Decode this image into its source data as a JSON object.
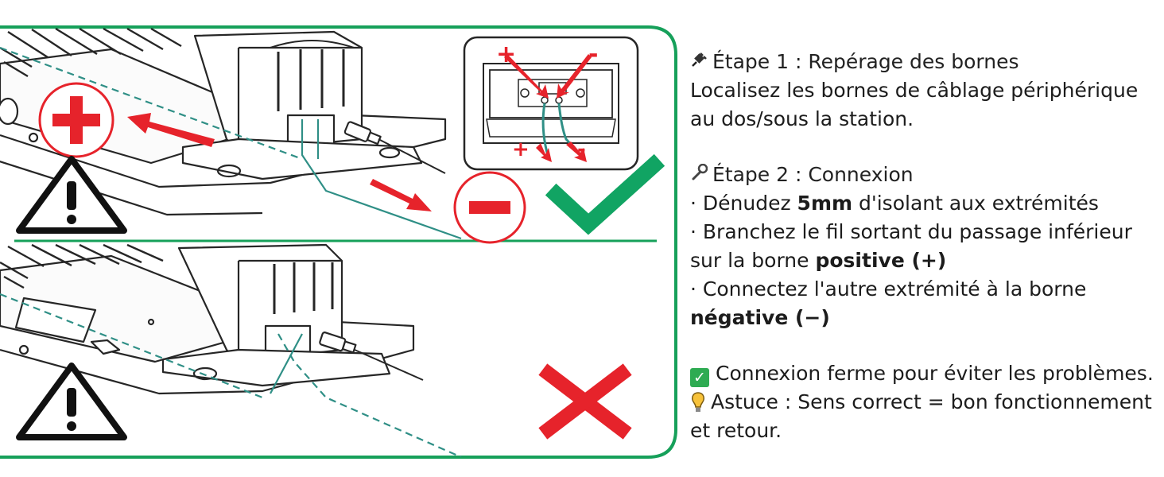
{
  "colors": {
    "frame_green": "#16a05a",
    "check_green": "#11a463",
    "cross_red": "#e6232b",
    "wire_teal": "#2f8f86",
    "line_dark": "#262626"
  },
  "icons": {
    "step1": "plug-icon",
    "step2": "wrench-icon",
    "confirm": "checkmark-box-icon",
    "tip": "lightbulb-icon"
  },
  "diagram": {
    "plus_symbol": "+",
    "minus_symbol": "-",
    "inset_plus": "+",
    "inset_minus": "-",
    "inset_bottom_plus": "+",
    "inset_bottom_minus": "-"
  },
  "step1": {
    "title": "Étape 1 : Repérage des bornes",
    "text": "Localisez les bornes de câblage périphérique au dos/sous la station."
  },
  "step2": {
    "title": "Étape 2 : Connexion",
    "b1_pre": "· Dénudez ",
    "b1_bold": "5mm",
    "b1_post": " d'isolant aux extrémités",
    "b2_pre": "· Branchez le fil sortant du passage inférieur sur la borne ",
    "b2_bold": "positive (+)",
    "b3_pre": "· Connectez l'autre extrémité à la borne ",
    "b3_bold": "négative (−)"
  },
  "confirm_text": "Connexion ferme pour éviter les problèmes.",
  "tip_text": "Astuce : Sens correct = bon fonctionnement et retour."
}
